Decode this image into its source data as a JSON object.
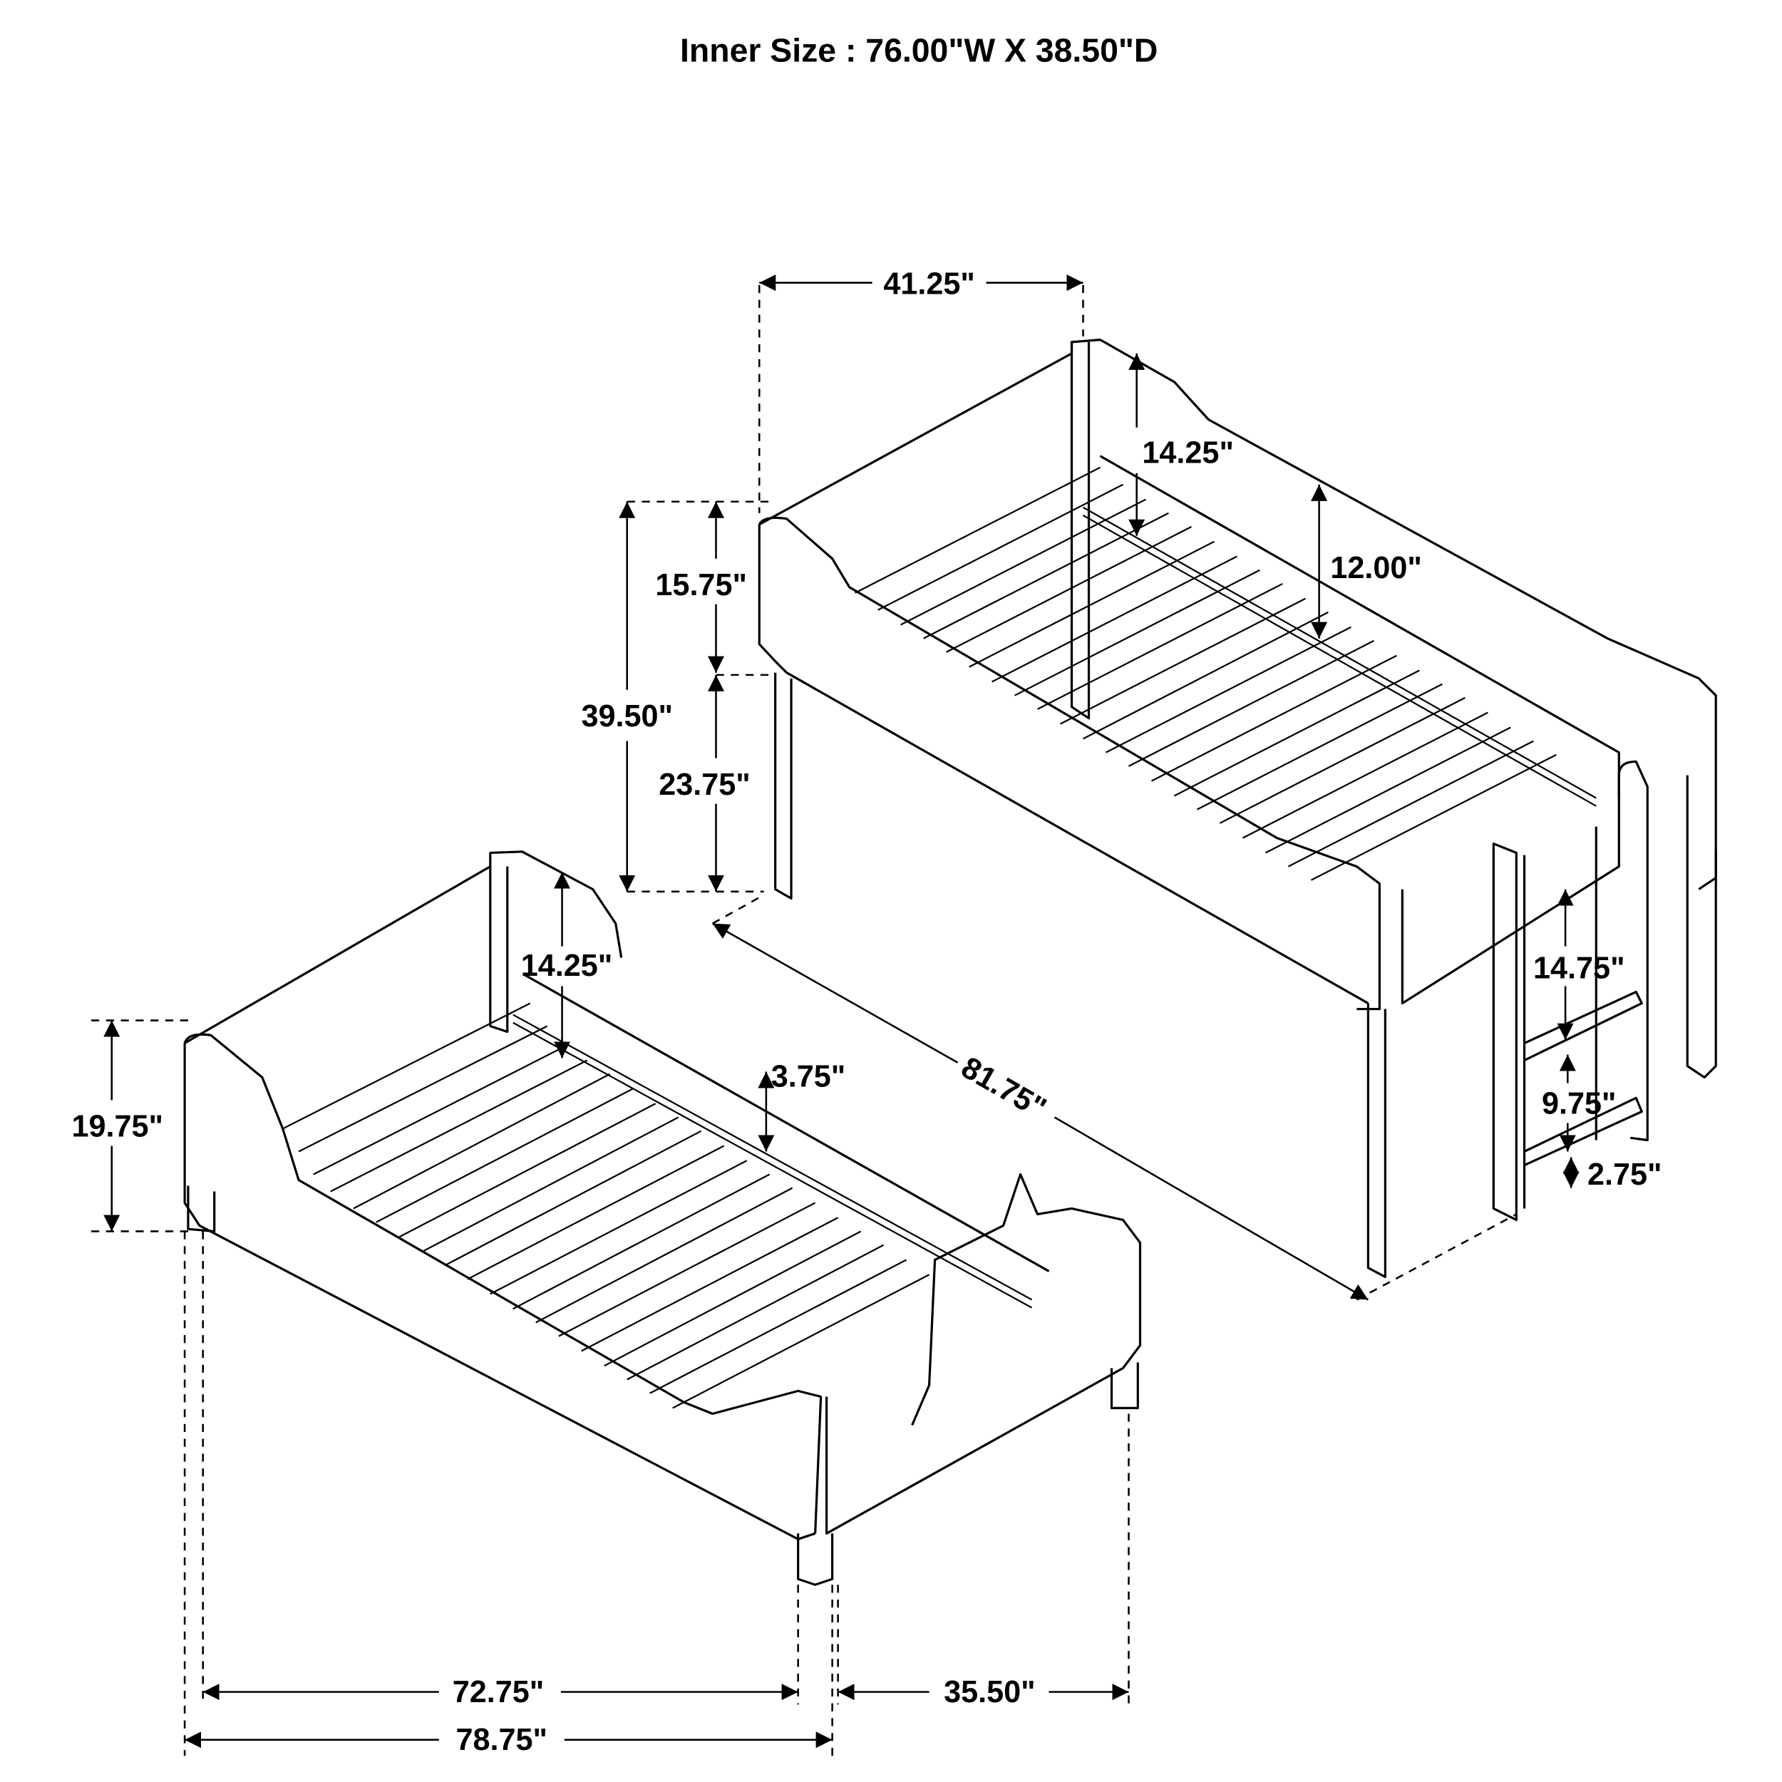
{
  "title": "Inner Size : 76.00\"W X  38.50\"D",
  "upper_bed": {
    "width": "41.25\"",
    "rail_height": "14.25\"",
    "guard_height": "12.00\"",
    "top_section": "15.75\"",
    "total_height": "39.50\"",
    "under_clearance": "23.75\"",
    "length": "81.75\""
  },
  "ladder": {
    "top_step_gap": "14.75\"",
    "step_gap": "9.75\"",
    "step_depth": "2.75\""
  },
  "lower_bed": {
    "rail_height": "14.25\"",
    "slat_drop": "3.75\"",
    "height": "19.75\"",
    "inner_length": "72.75\"",
    "width": "35.50\"",
    "total_length": "78.75\""
  }
}
